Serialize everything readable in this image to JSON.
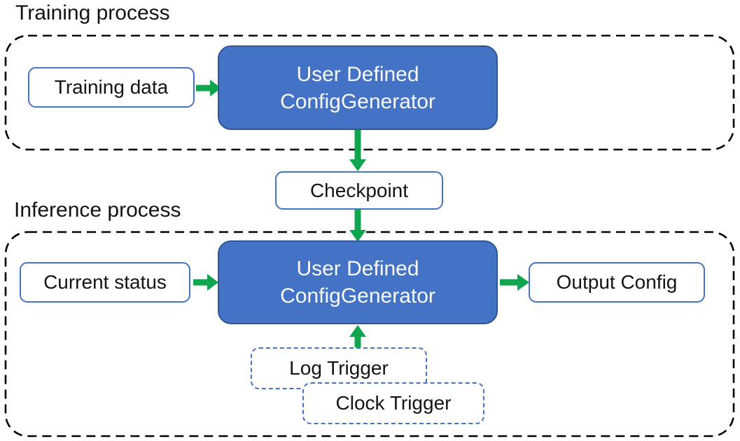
{
  "training": {
    "title": "Training process",
    "data_box": "Training data",
    "generator_line1": "User Defined",
    "generator_line2": "ConfigGenerator"
  },
  "checkpoint_box": "Checkpoint",
  "inference": {
    "title": "Inference process",
    "status_box": "Current status",
    "generator_line1": "User Defined",
    "generator_line2": "ConfigGenerator",
    "output_box": "Output Config",
    "triggers": [
      "Log Trigger",
      "Clock Trigger"
    ]
  },
  "colors": {
    "generator_fill": "#4472C4",
    "generator_border": "#2F5597",
    "box_border": "#4472C4",
    "arrow_green": "#12A550",
    "container_dash": "#000000",
    "text_dark": "#141414",
    "text_light": "#FFFFFF"
  }
}
